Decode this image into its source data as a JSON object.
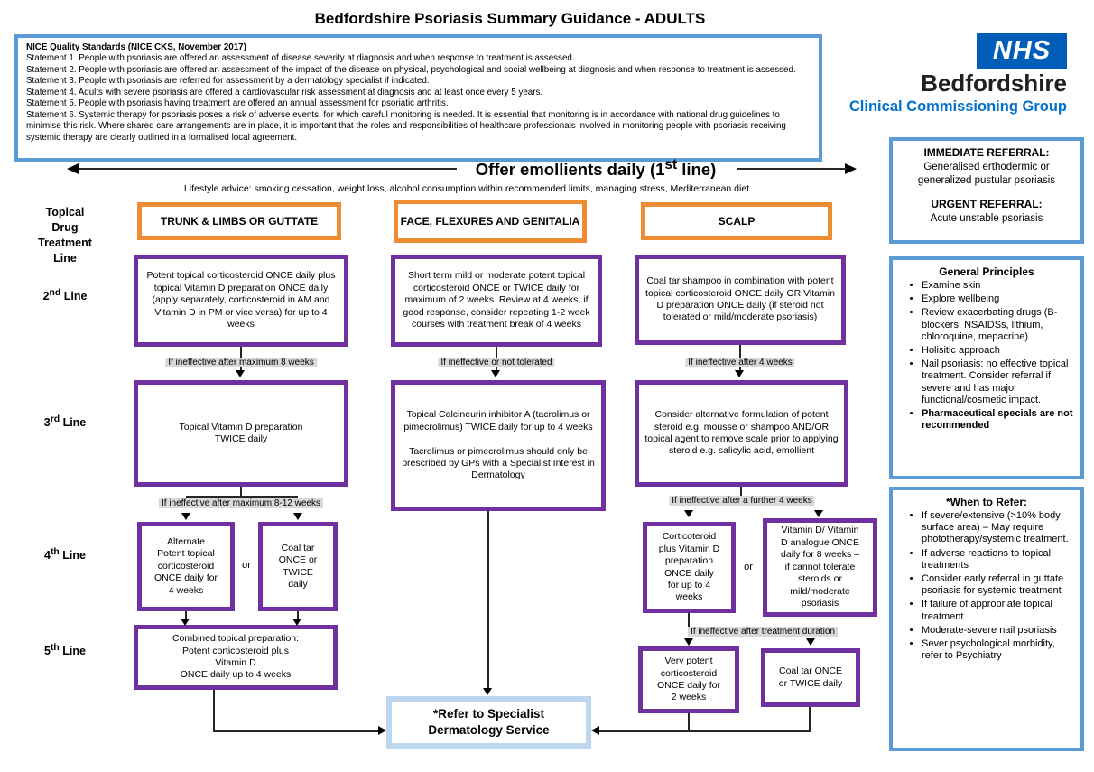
{
  "title": "Bedfordshire Psoriasis Summary Guidance - ADULTS",
  "nice_box": {
    "heading": "NICE Quality Standards (NICE CKS, November 2017)",
    "statements": [
      "Statement 1. People with psoriasis are offered an assessment of disease severity at diagnosis and when response to treatment is assessed.",
      "Statement 2. People with psoriasis are offered an assessment of the impact of the disease on physical, psychological and social wellbeing at diagnosis and when response to treatment is assessed.",
      "Statement 3. People with psoriasis are referred for assessment by a dermatology specialist if indicated.",
      "Statement 4. Adults with severe psoriasis are offered a cardiovascular risk assessment at diagnosis and at least once every 5 years.",
      "Statement 5. People with psoriasis having treatment are offered an annual assessment for psoriatic arthritis.",
      "Statement 6. Systemic therapy for psoriasis poses a risk of adverse events, for which careful monitoring is needed. It is essential that monitoring is in accordance with national drug guidelines to minimise this risk. Where shared care arrangements are in place, it is important that the roles and responsibilities of healthcare professionals involved in monitoring people with psoriasis receiving systemic therapy are clearly outlined in a formalised local agreement."
    ]
  },
  "logo": {
    "nhs": "NHS",
    "org": "Bedfordshire",
    "group": "Clinical Commissioning Group"
  },
  "banner": {
    "pre": "Offer emollients daily (1",
    "sup": "st",
    "post": " line)",
    "lifestyle": "Lifestyle advice: smoking cessation, weight loss, alcohol consumption within recommended limits, managing stress, Mediterranean diet"
  },
  "axis": {
    "title": "Topical\nDrug\nTreatment\nLine",
    "lines": [
      {
        "num": "2",
        "sup": "nd",
        "rest": " Line"
      },
      {
        "num": "3",
        "sup": "rd",
        "rest": " Line"
      },
      {
        "num": "4",
        "sup": "th",
        "rest": " Line"
      },
      {
        "num": "5",
        "sup": "th",
        "rest": " Line"
      }
    ]
  },
  "columns": {
    "trunk": {
      "header": "TRUNK & LIMBS OR GUTTATE",
      "line2": "Potent topical corticosteroid ONCE daily plus topical Vitamin D preparation ONCE daily (apply separately, corticosteroid in AM and Vitamin D in PM or vice versa) for up to 4 weeks",
      "connector2": "If ineffective after maximum 8 weeks",
      "line3": "Topical Vitamin D preparation\nTWICE daily",
      "connector3": "If ineffective after maximum 8-12 weeks",
      "line4a": "Alternate\nPotent topical\ncorticosteroid\nONCE daily for\n4 weeks",
      "or_label": "or",
      "line4b": "Coal tar\nONCE or\nTWICE\ndaily",
      "line5": "Combined topical preparation:\nPotent corticosteroid plus\nVitamin D\nONCE daily up to 4 weeks"
    },
    "face": {
      "header": "FACE, FLEXURES AND GENITALIA",
      "line2": "Short term mild or moderate potent topical corticosteroid ONCE or TWICE daily for maximum of 2 weeks. Review at 4 weeks, if good response, consider repeating 1-2 week courses with treatment break of 4 weeks",
      "connector2": "If ineffective or not tolerated",
      "line3": "Topical Calcineurin inhibitor A (tacrolimus or pimecrolimus) TWICE daily for up to 4 weeks\n\nTacrolimus or pimecrolimus should only be prescribed by GPs with a Specialist Interest in Dermatology"
    },
    "scalp": {
      "header": "SCALP",
      "line2": "Coal tar shampoo in combination with potent topical corticosteroid ONCE daily OR Vitamin D preparation ONCE daily (if steroid not tolerated or mild/moderate psoriasis)",
      "connector2": "If ineffective after 4 weeks",
      "line3": "Consider alternative formulation of potent steroid e.g. mousse or shampoo AND/OR topical agent to remove scale prior to applying steroid e.g. salicylic acid, emollient",
      "connector3": "If ineffective after a further 4 weeks",
      "line4a": "Corticoteroid\nplus Vitamin D\npreparation\nONCE daily\nfor up to 4\nweeks",
      "or_label": "or",
      "line4b": "Vitamin D/ Vitamin\nD analogue ONCE\ndaily for 8 weeks –\nif cannot tolerate\nsteroids or\nmild/moderate\npsoriasis",
      "connector4": "If ineffective after treatment duration",
      "line5a": "Very potent\ncorticosteroid\nONCE daily for\n2 weeks",
      "line5b": "Coal tar ONCE\nor TWICE daily"
    }
  },
  "refer_box": "*Refer to Specialist\nDermatology Service",
  "sidebar": {
    "referral": {
      "immediate_title": "IMMEDIATE REFERRAL:",
      "immediate_body": "Generalised erthodermic or generalized pustular psoriasis",
      "urgent_title": "URGENT REFERRAL:",
      "urgent_body": "Acute unstable psoriasis"
    },
    "principles": {
      "title": "General Principles",
      "items": [
        "Examine skin",
        "Explore wellbeing",
        "Review exacerbating drugs (B-blockers, NSAIDSs, lithium, chloroquine, mepacrine)",
        "Holisitic approach",
        "Nail psoriasis: no effective topical treatment. Consider referral if severe and has major functional/cosmetic impact.",
        "Pharmaceutical specials are not recommended"
      ]
    },
    "when_to_refer": {
      "title": "*When to Refer:",
      "items": [
        "If severe/extensive (>10% body surface area) – May require phototherapy/systemic treatment.",
        "If adverse reactions to topical treatments",
        "Consider early referral in guttate psoriasis for systemic treatment",
        "If failure of appropriate topical treatment",
        "Moderate-severe nail psoriasis",
        "Sever psychological morbidity, refer to Psychiatry"
      ]
    }
  },
  "colors": {
    "orange": "#ED8C32",
    "purple": "#7030A0",
    "blue_border": "#5B9BD5",
    "light_blue": "#BDD7EE",
    "nhs_blue": "#005EB8",
    "ccg_blue": "#0072CE",
    "label_gray": "#D9D9D9"
  }
}
